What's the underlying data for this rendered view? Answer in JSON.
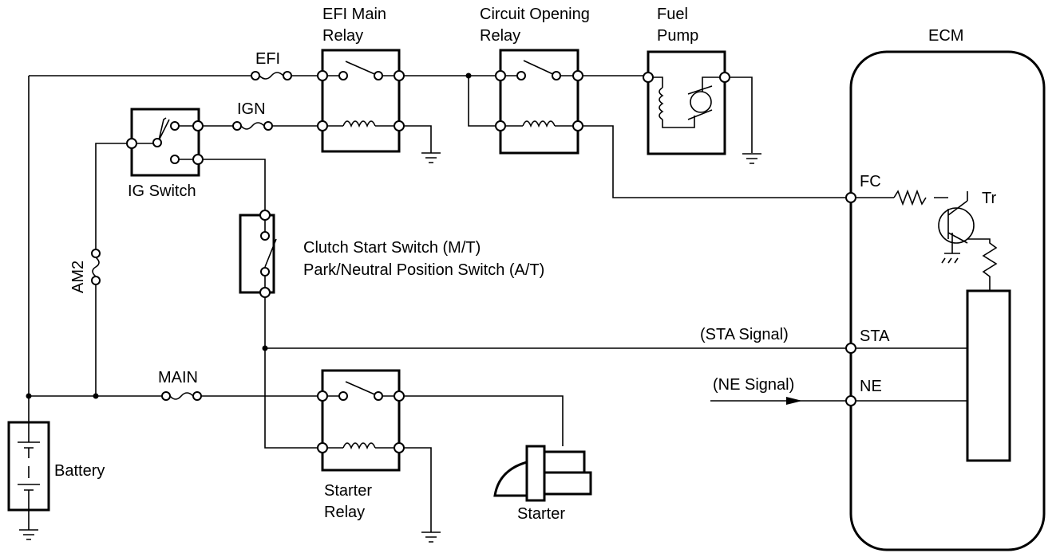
{
  "labels": {
    "efi_main_relay_1": "EFI Main",
    "efi_main_relay_2": "Relay",
    "circuit_opening_relay_1": "Circuit Opening",
    "circuit_opening_relay_2": "Relay",
    "fuel_pump_1": "Fuel",
    "fuel_pump_2": "Pump",
    "ecm": "ECM",
    "efi_fuse": "EFI",
    "ign_fuse": "IGN",
    "ig_switch": "IG Switch",
    "am2_fuse": "AM2",
    "clutch_switch_1": "Clutch Start Switch (M/T)",
    "clutch_switch_2": "Park/Neutral Position Switch (A/T)",
    "main_fuse": "MAIN",
    "battery": "Battery",
    "starter_relay_1": "Starter",
    "starter_relay_2": "Relay",
    "starter": "Starter",
    "fc": "FC",
    "tr": "Tr",
    "sta": "STA",
    "ne": "NE",
    "sta_signal": "(STA Signal)",
    "ne_signal": "(NE Signal)"
  },
  "colors": {
    "line": "#000000",
    "background": "#ffffff"
  }
}
